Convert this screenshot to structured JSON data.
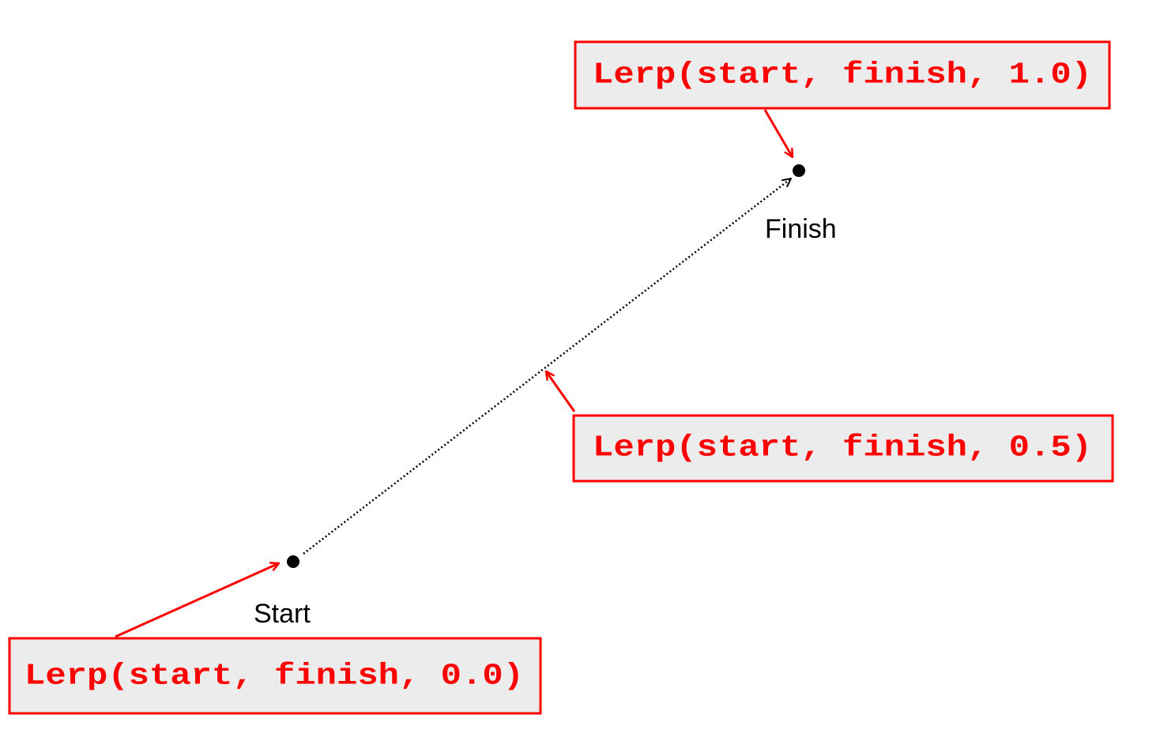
{
  "points": {
    "start": {
      "label": "Start"
    },
    "finish": {
      "label": "Finish"
    }
  },
  "callouts": {
    "t_0": {
      "text": "Lerp(start, finish, 0.0)"
    },
    "t_05": {
      "text": "Lerp(start, finish, 0.5)"
    },
    "t_1": {
      "text": "Lerp(start, finish, 1.0)"
    }
  },
  "colors": {
    "callout_border": "#ff0000",
    "callout_fill": "#ececec",
    "callout_text": "#ff0000",
    "arrow": "#ff0000",
    "path": "#000000",
    "point": "#000000"
  }
}
